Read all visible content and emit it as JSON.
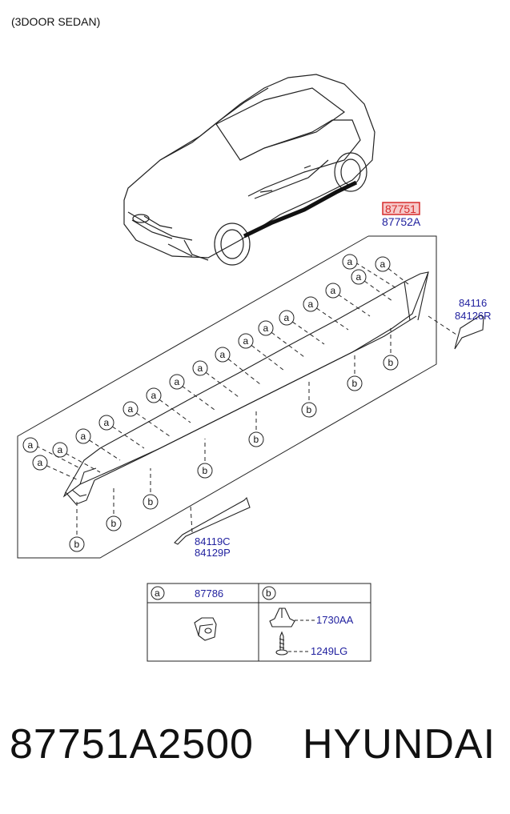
{
  "header": {
    "variant": "(3DOOR SEDAN)"
  },
  "parts": {
    "main_a": "87751",
    "main_b": "87752A",
    "end_cap_a": "84116",
    "end_cap_b": "84126R",
    "moulding_a": "84119C",
    "moulding_b": "84129P"
  },
  "callouts": {
    "a": "a",
    "b": "b"
  },
  "legend": {
    "col_a_letter": "a",
    "col_a_part": "87786",
    "col_b_letter": "b",
    "col_b_part1": "1730AA",
    "col_b_part2": "1249LG"
  },
  "footer": {
    "part_number": "87751A2500",
    "brand": "HYUNDAI"
  },
  "colors": {
    "line": "#222222",
    "label_blue": "#1f1f9e",
    "highlight_red": "#d62b2b",
    "highlight_fill": "#f6c9c9"
  }
}
